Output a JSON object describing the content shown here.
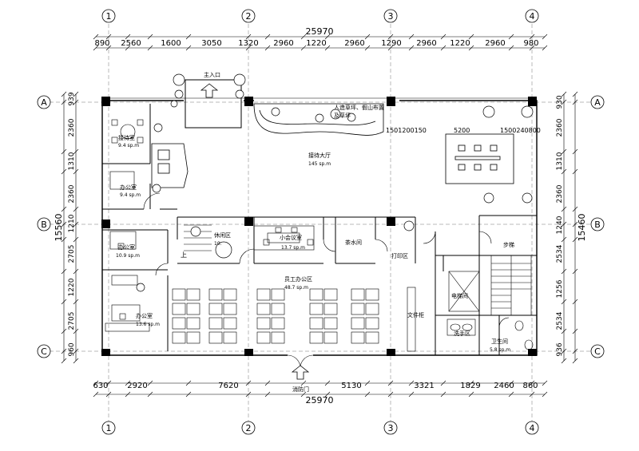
{
  "dimensions": {
    "total_top": "25970",
    "total_bottom": "25970",
    "total_left": "15560",
    "total_right": "15460",
    "top_segments": [
      "890",
      "2560",
      "1600",
      "3050",
      "1320",
      "2960",
      "1220",
      "2960",
      "1290",
      "2960",
      "1220",
      "2960",
      "980"
    ],
    "bottom_segments": [
      "630",
      "2920",
      "7620",
      "5130",
      "3321",
      "1829",
      "2460",
      "860"
    ],
    "left_segments": [
      "939",
      "2360",
      "1310",
      "2360",
      "1210",
      "2705",
      "1220",
      "2705",
      "960"
    ],
    "right_segments": [
      "930",
      "2360",
      "1310",
      "2360",
      "1240",
      "2534",
      "1256",
      "2534",
      "936"
    ],
    "inner_row": [
      "1501200150",
      "5200",
      "1500240800"
    ]
  },
  "grid": {
    "columns": [
      "1",
      "2",
      "3",
      "4"
    ],
    "rows": [
      "A",
      "B",
      "C"
    ]
  },
  "rooms": {
    "main_entrance": "主入口",
    "reception_room": "接待室",
    "reception_room_area": "9.4 sp.m",
    "lobby": "接待大厅",
    "lobby_area": "145 sp.m",
    "rockery": "人造草坪、假山布置",
    "rockery_sub": "及草坪",
    "office_upper": "办公室",
    "office_upper_area": "9.4 sp.m",
    "office_mid": "办公室",
    "office_mid_area": "10.9 sp.m",
    "office_lower": "办公室",
    "office_lower_area": "13.6 sp.m",
    "meeting_room": "小会议室",
    "meeting_room_area": "13.7 sp.m",
    "lounge": "休闲区",
    "lounge_area": "10.",
    "up_label": "上",
    "tea_room": "茶水间",
    "print_area": "打印区",
    "staff_office": "员工办公区",
    "staff_office_area": "48.7 sp.m",
    "file_cabinet": "文件柜",
    "elevator": "电梯间",
    "stairs": "步梯",
    "wash_area": "洗手区",
    "restroom": "卫生间",
    "restroom_area": "5.8 sp.m",
    "fire_exit": "消防门"
  }
}
